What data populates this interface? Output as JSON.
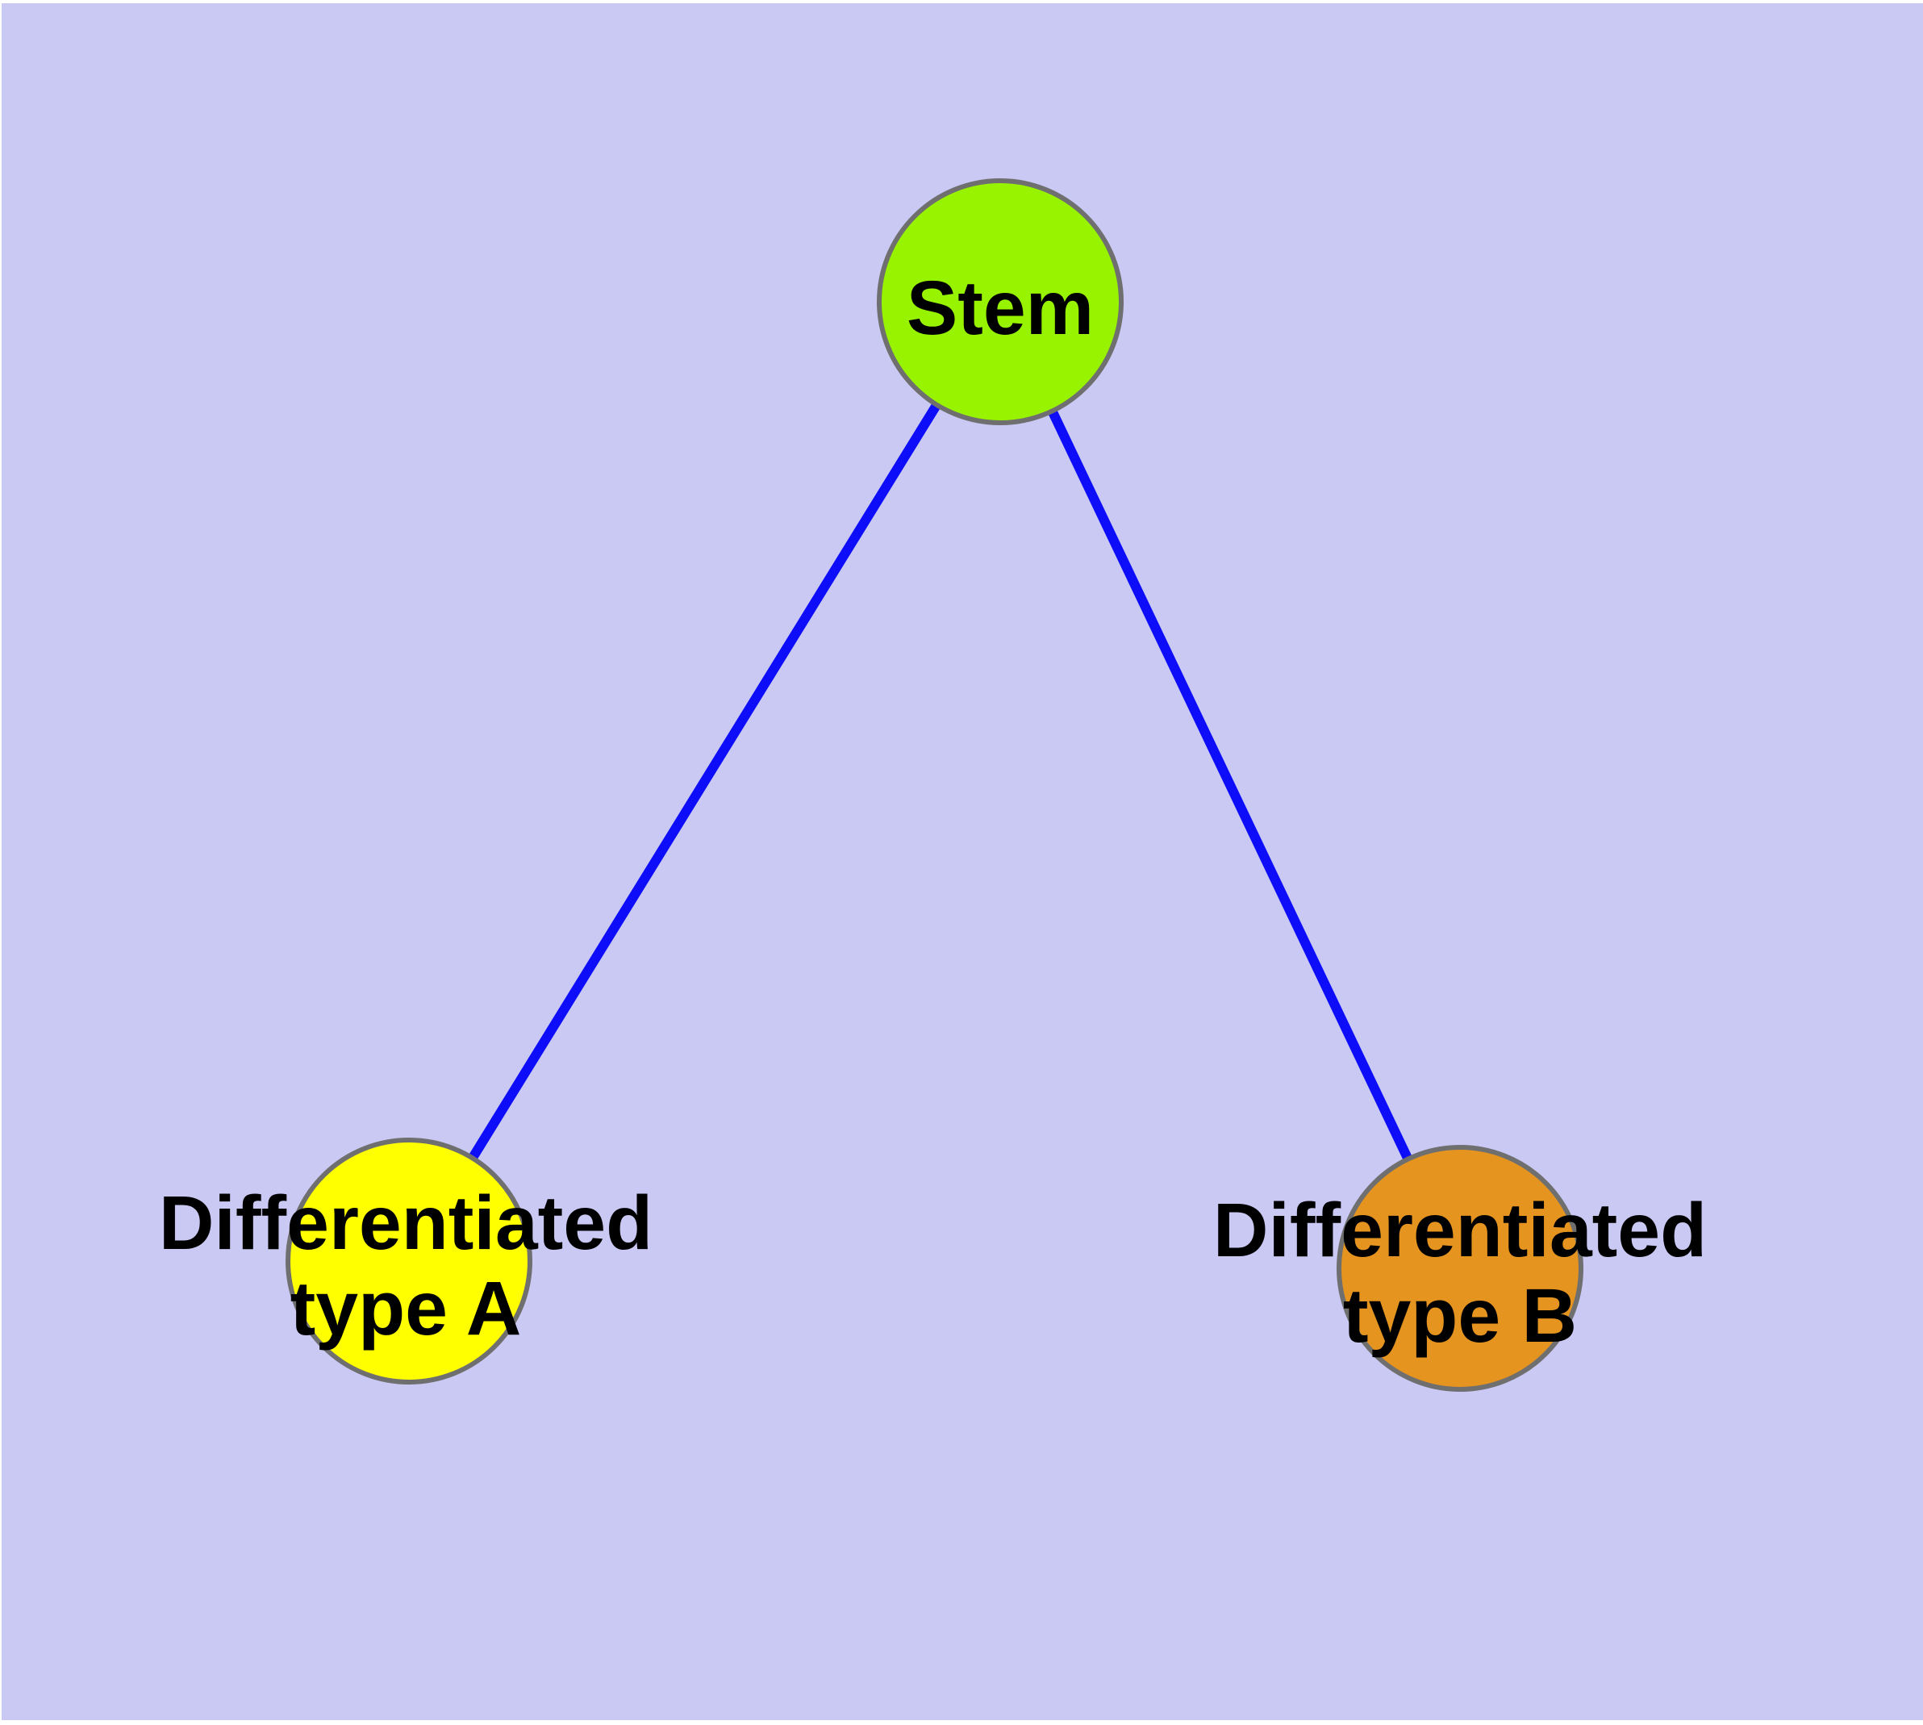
{
  "diagram": {
    "type": "graph",
    "description": "Cell differentiation tree: a stem node connected to two differentiated cell type nodes",
    "colors": {
      "plot_background": "#C9C9F4",
      "page_margin": "#FFFFFF",
      "edge": "#0D0DFA",
      "node_border": "#6F6F6F",
      "label": "#000000"
    },
    "nodes": [
      {
        "id": "stem",
        "label": "Stem",
        "fill": "#97F300"
      },
      {
        "id": "differentiated-type-a",
        "label_line1": "Differentiated",
        "label_line2": "type A",
        "fill": "#FFFF00"
      },
      {
        "id": "differentiated-type-b",
        "label_line1": "Differentiated",
        "label_line2": "type B",
        "fill": "#E4941F"
      }
    ],
    "edges": [
      {
        "from": "stem",
        "to": "differentiated-type-a"
      },
      {
        "from": "stem",
        "to": "differentiated-type-b"
      }
    ]
  }
}
